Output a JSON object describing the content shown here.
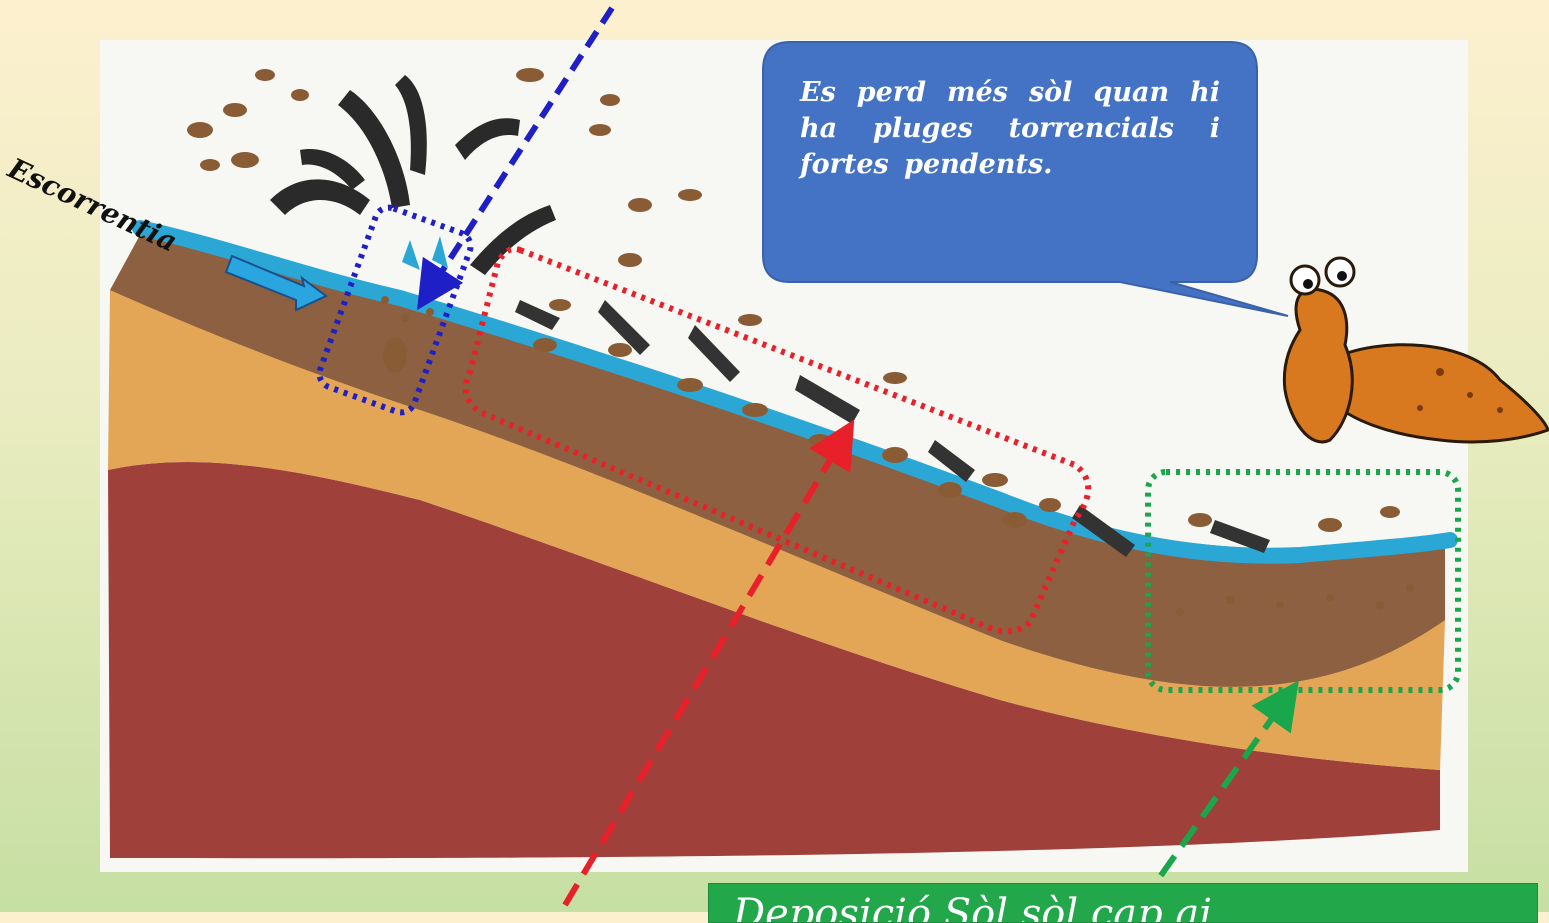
{
  "speech_bubble": {
    "text": "Es perd més sòl quan hi ha pluges torrencials i fortes pendents."
  },
  "runoff_label": "Escorrentia",
  "bottom_label": "Deposició Sòl sòl cap ai ...",
  "colors": {
    "bubble": "#4472c4",
    "water": "#2ba7d6",
    "topsoil": "#8c6040",
    "sand_layer": "#e3a556",
    "bedrock": "#a0403a",
    "marker_blue": "#1f1fc8",
    "marker_red": "#e8202a",
    "marker_green": "#1aa64a",
    "label_bg": "#22a84a"
  },
  "icons": [
    "snail-icon",
    "runoff-arrow-icon",
    "splash-arrow-icon",
    "soil-particle-icon"
  ]
}
